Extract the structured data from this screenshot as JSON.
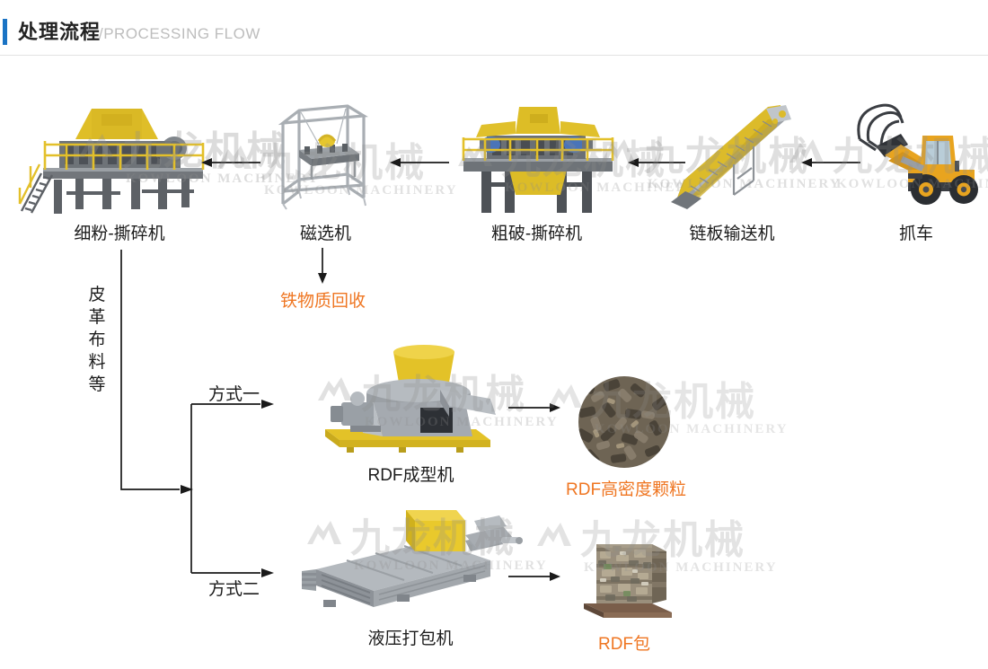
{
  "header": {
    "title": "处理流程",
    "subtitle": "/PROCESSING FLOW",
    "accent_color": "#1a73c4"
  },
  "watermark": {
    "cn": "九龙机械",
    "en": "KOWLOON MACHINERY"
  },
  "colors": {
    "orange": "#ef7622",
    "line": "#1a1a1a",
    "text": "#1c1c1c",
    "machine_yellow": "#e8c22a",
    "machine_gray": "#8e9196"
  },
  "flow": {
    "top_row": [
      {
        "id": "fine-shredder",
        "label": "细粉-撕碎机",
        "icon": "shredder-fine-icon"
      },
      {
        "id": "magnetic-separator",
        "label": "磁选机",
        "icon": "magnetic-separator-icon"
      },
      {
        "id": "coarse-shredder",
        "label": "粗破-撕碎机",
        "icon": "shredder-coarse-icon"
      },
      {
        "id": "chain-conveyor",
        "label": "链板输送机",
        "icon": "chain-conveyor-icon"
      },
      {
        "id": "grab-truck",
        "label": "抓车",
        "icon": "grab-truck-icon"
      }
    ],
    "byproduct": {
      "label": "铁物质回收"
    },
    "material_stream": {
      "chars": [
        "皮",
        "革",
        "布",
        "料",
        "等"
      ]
    },
    "branches": [
      {
        "id": "method-one",
        "label": "方式一"
      },
      {
        "id": "method-two",
        "label": "方式二"
      }
    ],
    "bottom_rows": [
      {
        "machine": {
          "id": "rdf-pelletizer",
          "label": "RDF成型机",
          "icon": "rdf-pelletizer-icon"
        },
        "product": {
          "id": "rdf-pellets",
          "label": "RDF高密度颗粒",
          "icon": "rdf-pellets-icon"
        }
      },
      {
        "machine": {
          "id": "hydraulic-baler",
          "label": "液压打包机",
          "icon": "hydraulic-baler-icon"
        },
        "product": {
          "id": "rdf-bale",
          "label": "RDF包",
          "icon": "rdf-bale-icon"
        }
      }
    ]
  }
}
